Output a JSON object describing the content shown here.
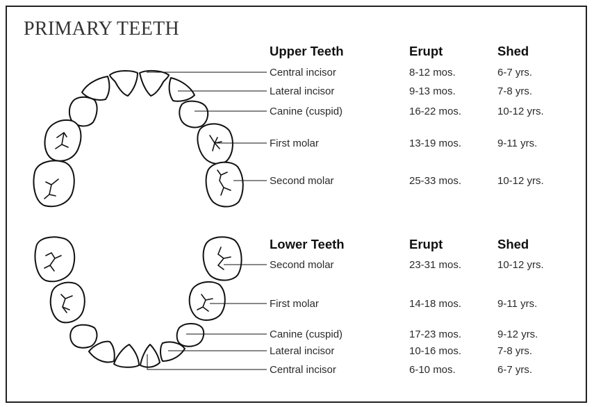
{
  "title": "PRIMARY TEETH",
  "upper": {
    "header": {
      "teeth": "Upper Teeth",
      "erupt": "Erupt",
      "shed": "Shed"
    },
    "rows": [
      {
        "name": "Central incisor",
        "erupt": "8-12 mos.",
        "shed": "6-7 yrs."
      },
      {
        "name": "Lateral incisor",
        "erupt": "9-13 mos.",
        "shed": "7-8 yrs."
      },
      {
        "name": "Canine (cuspid)",
        "erupt": "16-22 mos.",
        "shed": "10-12 yrs."
      },
      {
        "name": "First molar",
        "erupt": "13-19 mos.",
        "shed": "9-11 yrs."
      },
      {
        "name": "Second molar",
        "erupt": "25-33 mos.",
        "shed": "10-12 yrs."
      }
    ]
  },
  "lower": {
    "header": {
      "teeth": "Lower Teeth",
      "erupt": "Erupt",
      "shed": "Shed"
    },
    "rows": [
      {
        "name": "Second molar",
        "erupt": "23-31 mos.",
        "shed": "10-12 yrs."
      },
      {
        "name": "First molar",
        "erupt": "14-18 mos.",
        "shed": "9-11 yrs."
      },
      {
        "name": "Canine (cuspid)",
        "erupt": "17-23 mos.",
        "shed": "9-12 yrs."
      },
      {
        "name": "Lateral incisor",
        "erupt": "10-16 mos.",
        "shed": "7-8 yrs."
      },
      {
        "name": "Central incisor",
        "erupt": "6-10 mos.",
        "shed": "6-7 yrs."
      }
    ]
  }
}
